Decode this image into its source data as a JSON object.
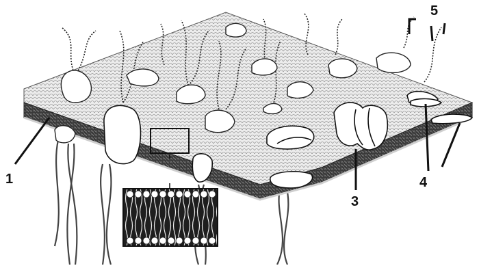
{
  "labels": {
    "one": "1",
    "three": "3",
    "four": "4",
    "five": "5"
  },
  "colors": {
    "ink": "#111111",
    "surface": "#e9e9e9",
    "core": "#3c3c3c",
    "protein": "#ffffff"
  }
}
